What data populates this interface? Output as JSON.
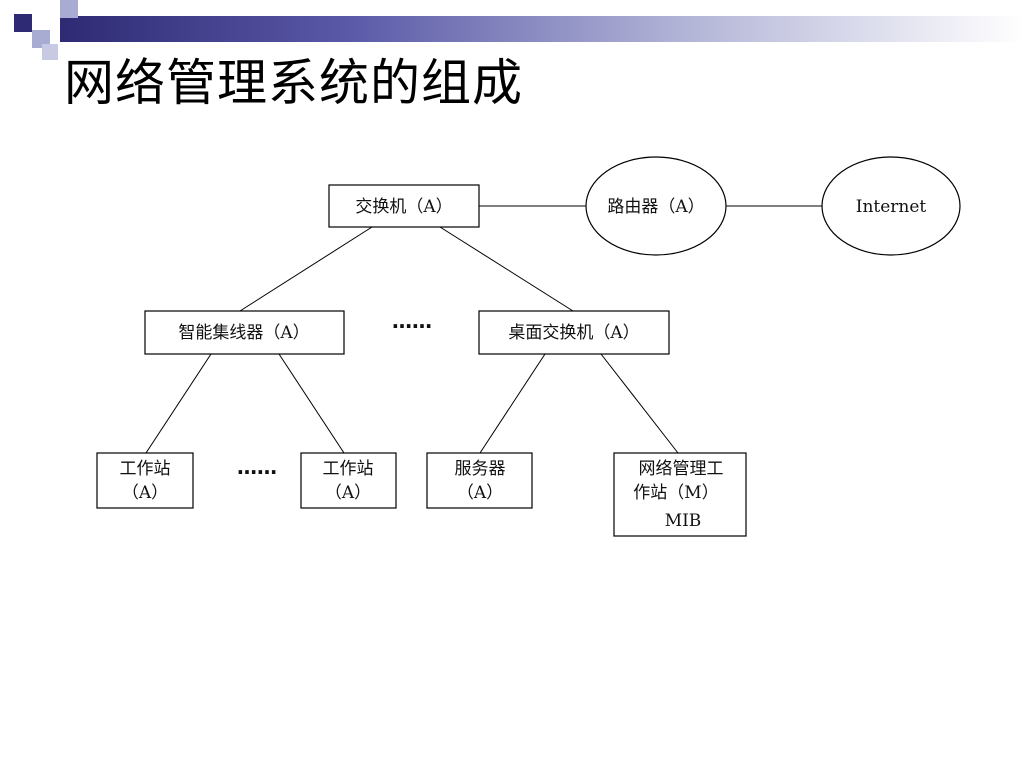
{
  "slide": {
    "title": "网络管理系统的组成"
  },
  "diagram": {
    "nodes": {
      "switch_a": "交换机（A）",
      "router_a": "路由器（A）",
      "internet": "Internet",
      "hub_a": "智能集线器（A）",
      "desktop_switch_a": "桌面交换机（A）",
      "workstation1": [
        "工作站",
        "（A）"
      ],
      "workstation2": [
        "工作站",
        "（A）"
      ],
      "server": [
        "服务器",
        "（A）"
      ],
      "nms": [
        "网络管理工",
        "作站（M）",
        "MIB"
      ]
    },
    "ellipsis_1": "……",
    "ellipsis_2": "……"
  },
  "colors": {
    "band_dark": "#2e2a73",
    "band_mid": "#5a59a8",
    "band_light": "#b3b5d7",
    "square_dark": "#2e2a73",
    "square_light": "#a9acd2"
  }
}
